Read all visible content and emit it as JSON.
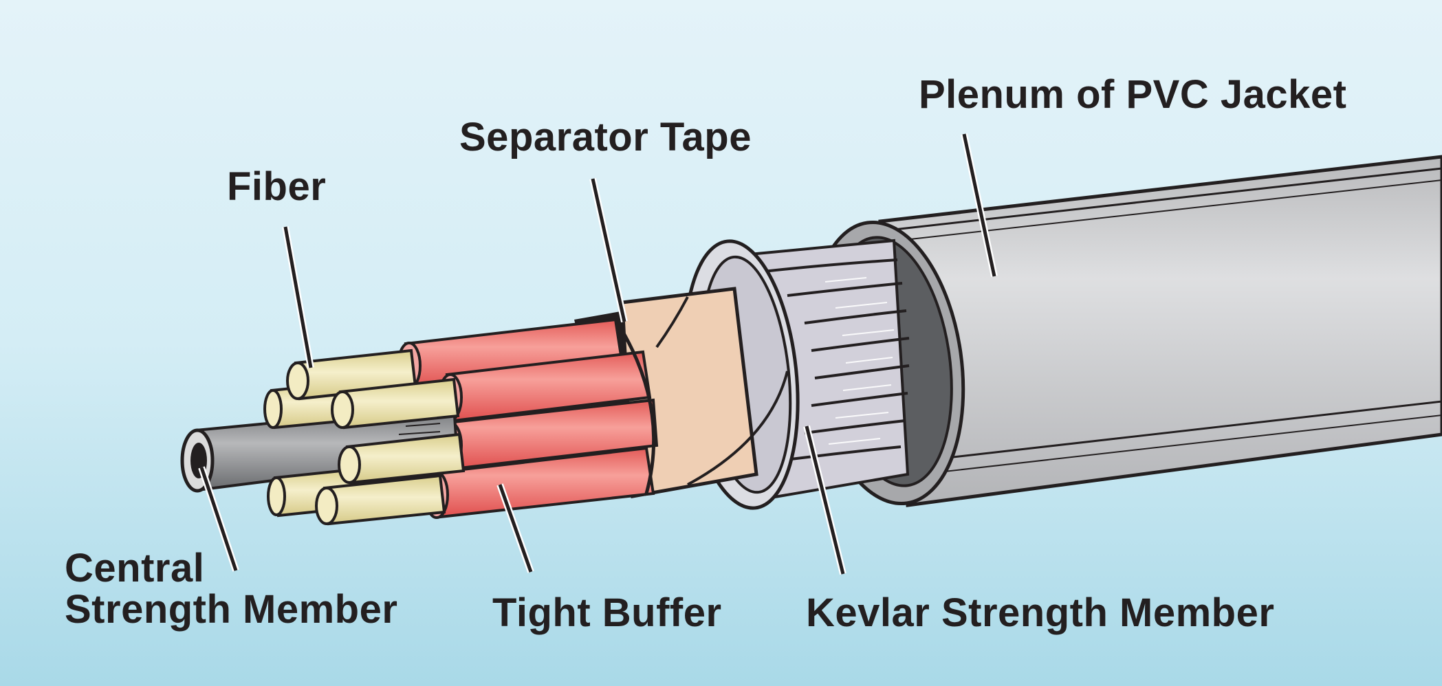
{
  "labels": {
    "jacket": "Plenum of PVC Jacket",
    "separator_tape": "Separator Tape",
    "fiber": "Fiber",
    "central_line1": "Central",
    "central_line2": "Strength Member",
    "tight_buffer": "Tight Buffer",
    "kevlar": "Kevlar Strength Member"
  },
  "colors": {
    "background_top": "#e4f3f9",
    "background_bottom": "#a9d9e8",
    "jacket": "#c8c9cb",
    "kevlar": "#d2d0da",
    "separator_tape": "#efcfb4",
    "tight_buffer": "#ec6f6a",
    "fiber": "#ece4b0",
    "central_member": "#8a8c8f",
    "outline": "#231f20",
    "leader": "#231f20"
  }
}
